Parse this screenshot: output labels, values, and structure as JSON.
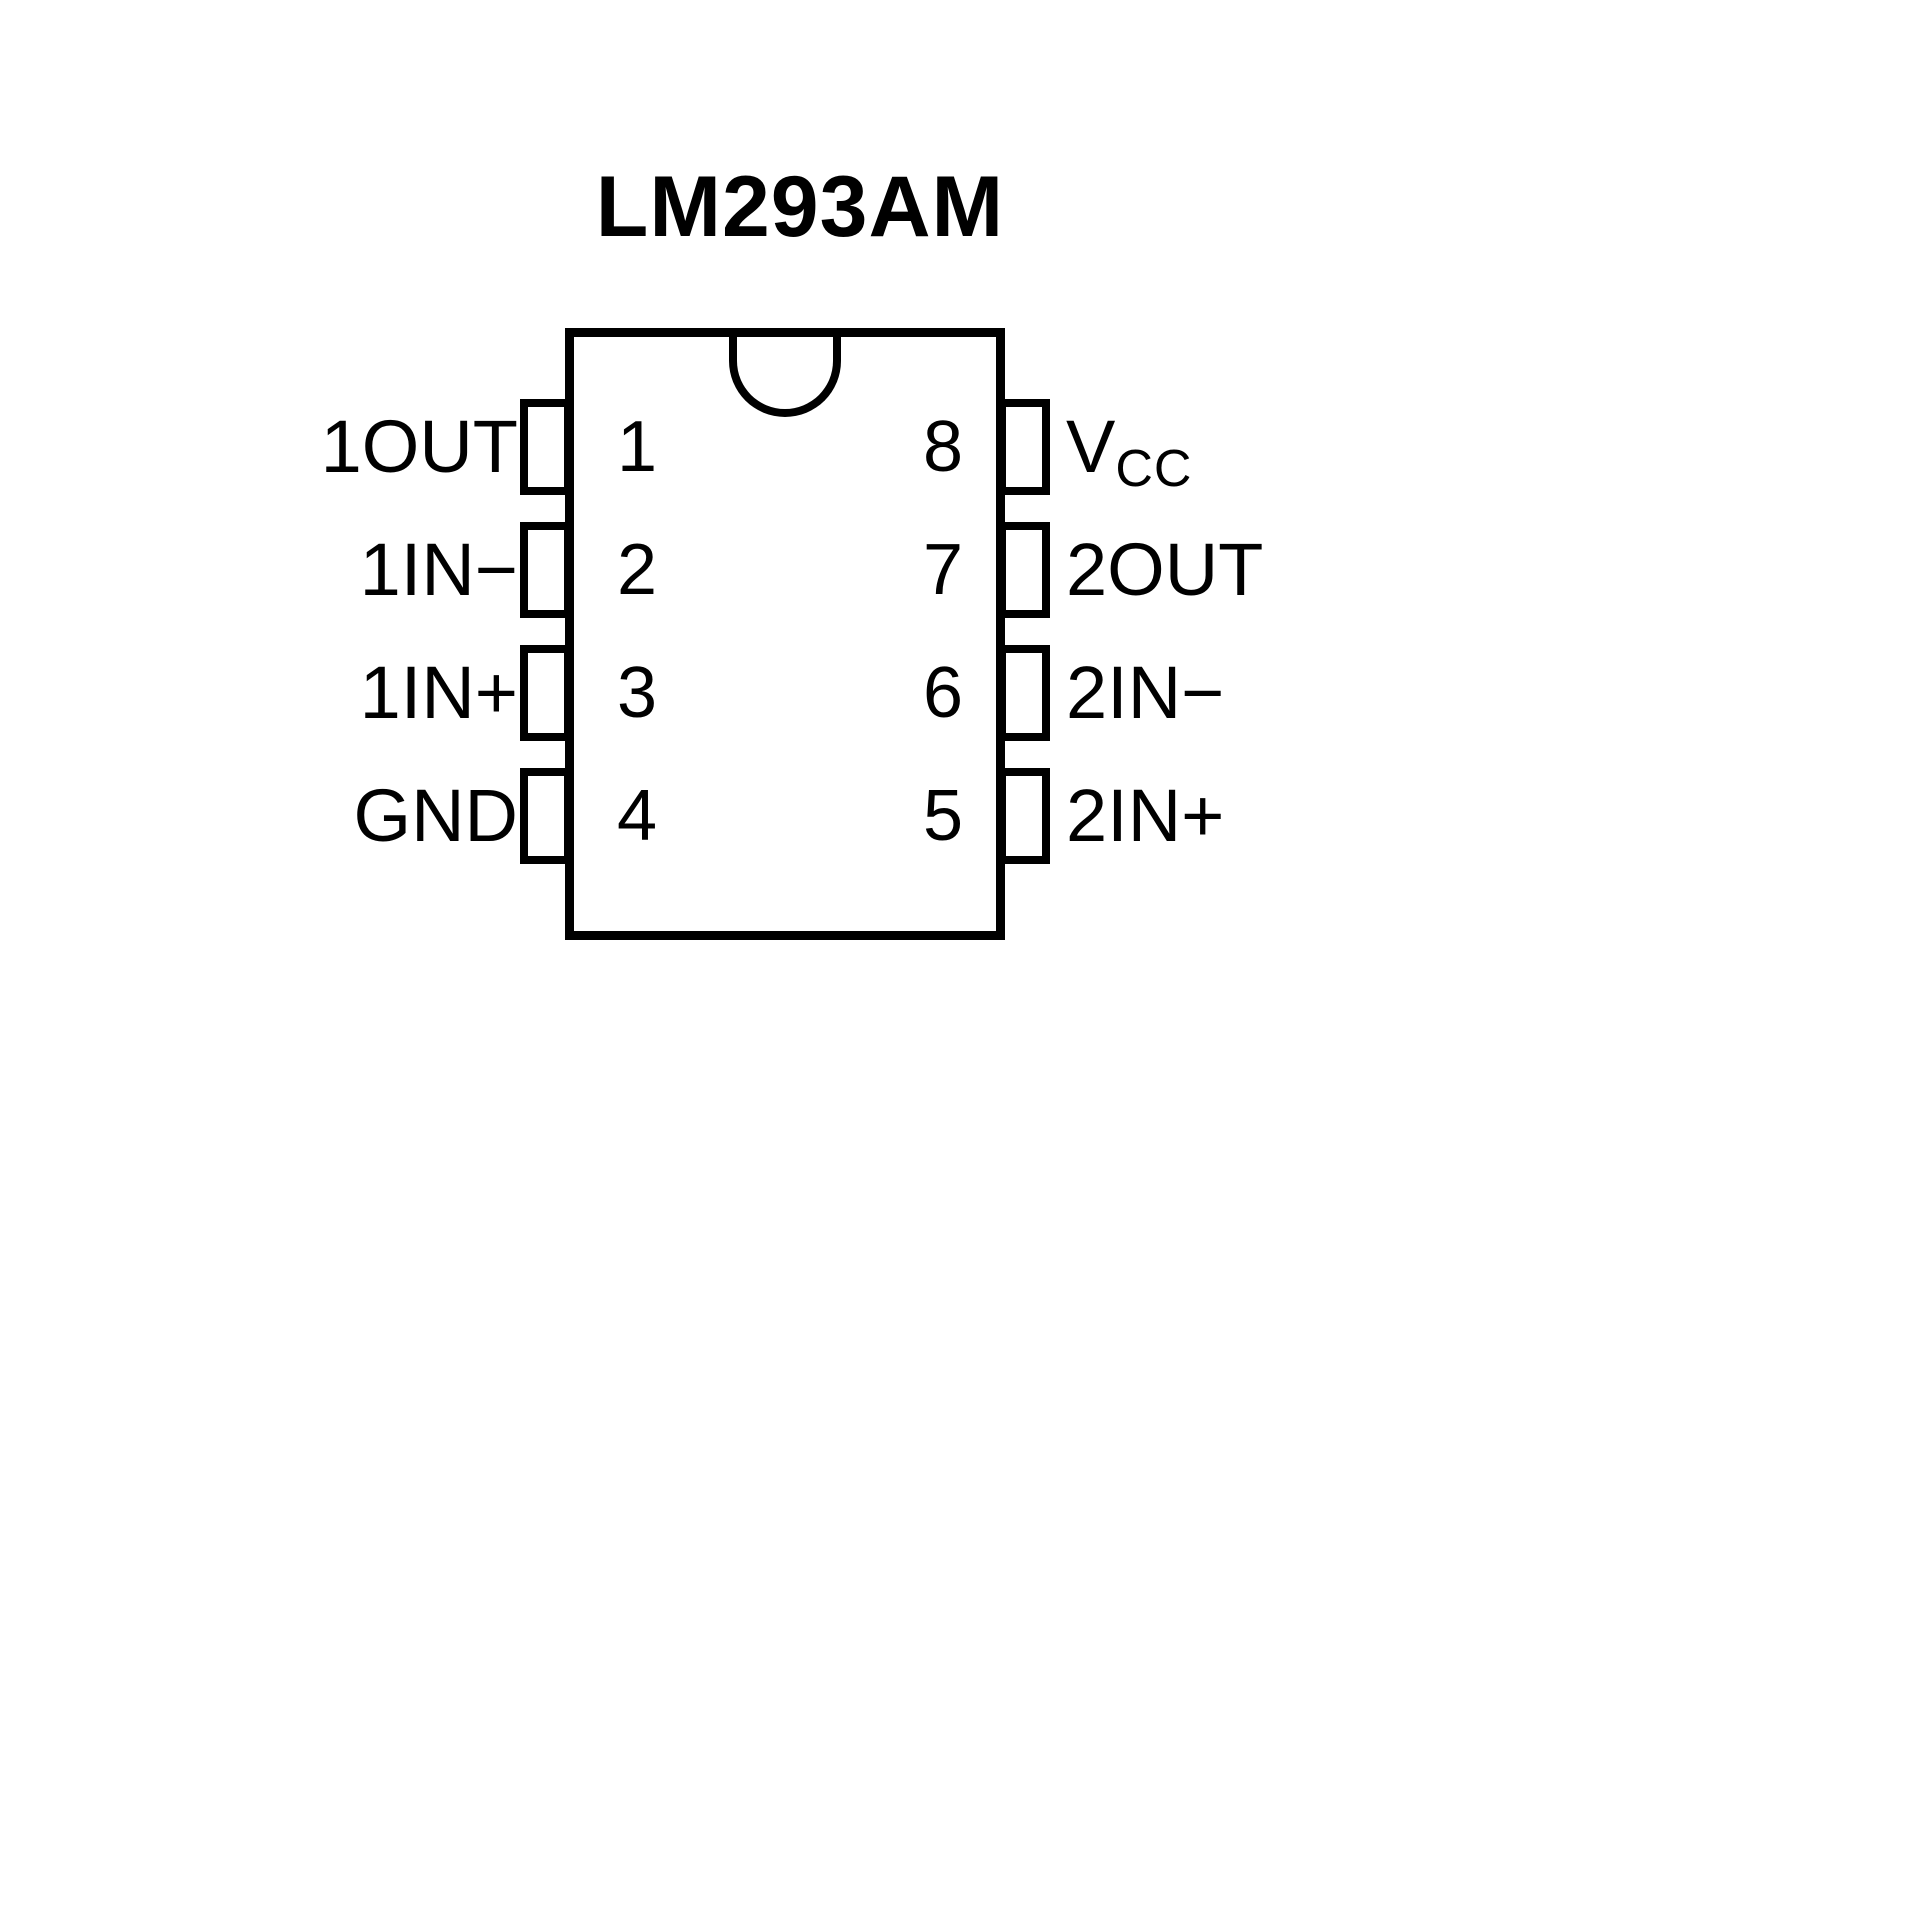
{
  "title": "LM293AM",
  "colors": {
    "line": "#000000",
    "background": "#ffffff"
  },
  "chip": {
    "package_pins": 8,
    "left_pins": [
      {
        "number": "1",
        "label": "1OUT"
      },
      {
        "number": "2",
        "label": "1IN−"
      },
      {
        "number": "3",
        "label": "1IN+"
      },
      {
        "number": "4",
        "label": "GND"
      }
    ],
    "right_pins": [
      {
        "number": "8",
        "label": "VCC",
        "label_main": "V",
        "label_sub": "CC"
      },
      {
        "number": "7",
        "label": "2OUT"
      },
      {
        "number": "6",
        "label": "2IN−"
      },
      {
        "number": "5",
        "label": "2IN+"
      }
    ]
  }
}
